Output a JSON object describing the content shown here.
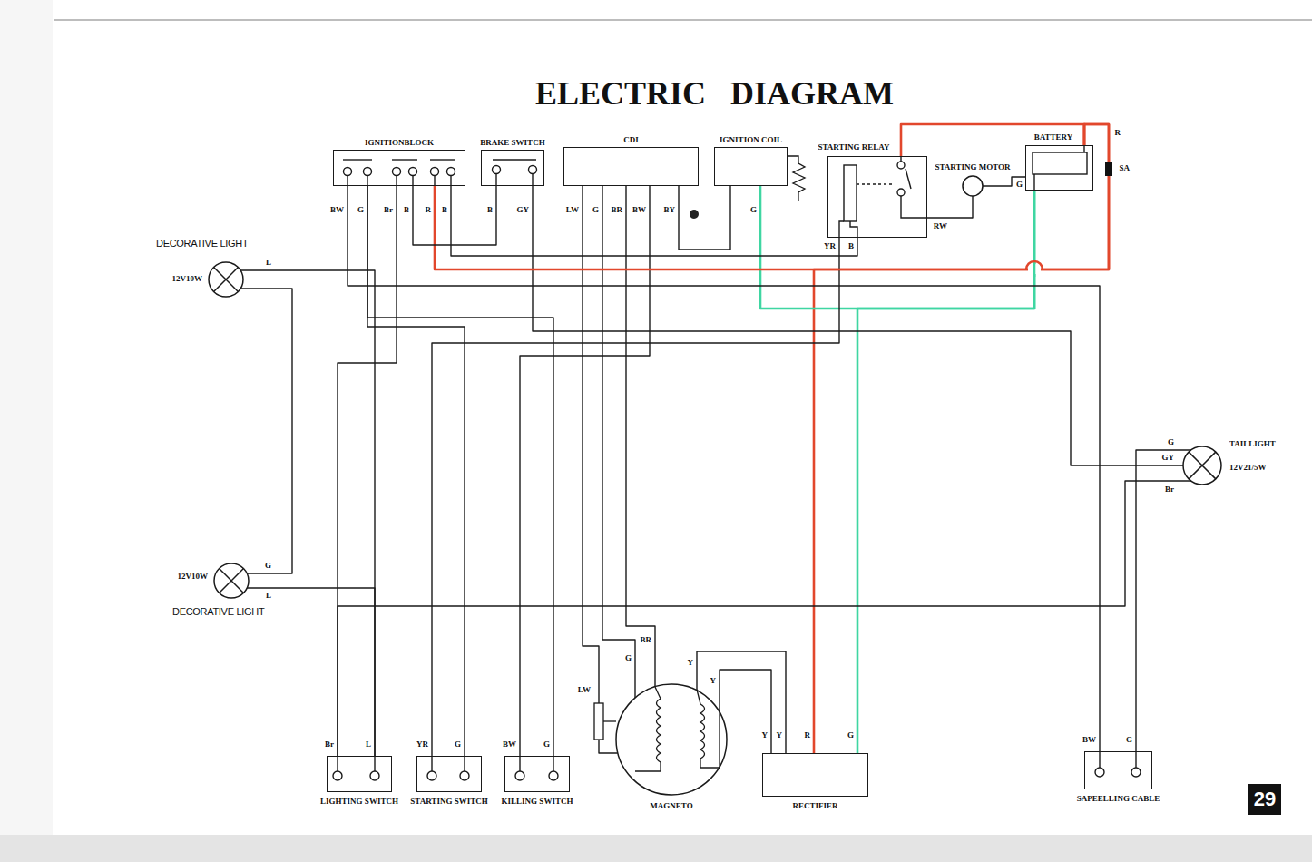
{
  "diagram": {
    "title": "ELECTRIC DIAGRAM",
    "nodes": [
      {
        "text": [
          "IGNITIONBLOCK"
        ]
      },
      {
        "text": [
          "BRAKE SWITCH"
        ]
      },
      {
        "text": [
          "CDI"
        ]
      },
      {
        "text": [
          "IGNITION COIL"
        ]
      },
      {
        "text": [
          "STARTING RELAY"
        ]
      },
      {
        "text": [
          "STARTING MOTOR"
        ]
      },
      {
        "text": [
          "BATTERY"
        ]
      },
      {
        "text": [
          "DECORATIVE LIGHT",
          "12V10W"
        ]
      },
      {
        "text": [
          "TAILLIGHT",
          "12V21/5W"
        ]
      },
      {
        "text": [
          "12V10W",
          "DECORATIVE LIGHT"
        ]
      },
      {
        "text": [
          "LIGHTING SWITCH"
        ]
      },
      {
        "text": [
          "STARTING SWITCH"
        ]
      },
      {
        "text": [
          "KILLING SWITCH"
        ]
      },
      {
        "text": [
          "MAGNETO"
        ]
      },
      {
        "text": [
          "RECTIFIER"
        ]
      },
      {
        "text": [
          "SAPEELLING CABLE"
        ]
      }
    ],
    "edges": [
      {
        "from": 14,
        "to": 6,
        "arrow": "none"
      },
      {
        "from": 4,
        "to": 6,
        "arrow": "none"
      },
      {
        "from": 14,
        "to": 6,
        "arrow": "none"
      },
      {
        "from": 3,
        "to": 6,
        "arrow": "none"
      },
      {
        "from": 4,
        "to": 5,
        "arrow": "none"
      },
      {
        "from": 5,
        "to": 6,
        "arrow": "none"
      },
      {
        "from": 13,
        "to": 2,
        "arrow": "none"
      },
      {
        "from": 13,
        "to": 2,
        "arrow": "none"
      },
      {
        "from": 2,
        "to": 13,
        "arrow": "none"
      },
      {
        "from": 13,
        "to": 14,
        "arrow": "none"
      },
      {
        "from": 13,
        "to": 14,
        "arrow": "none"
      },
      {
        "from": 12,
        "to": 2,
        "arrow": "none"
      },
      {
        "from": 12,
        "to": 0,
        "arrow": "none"
      },
      {
        "from": 11,
        "to": 4,
        "arrow": "none"
      },
      {
        "from": 11,
        "to": 0,
        "arrow": "none"
      },
      {
        "from": 10,
        "to": 8,
        "arrow": "none"
      },
      {
        "from": 1,
        "to": 8,
        "arrow": "none"
      },
      {
        "from": 15,
        "to": 8,
        "arrow": "none"
      },
      {
        "from": 15,
        "to": 0,
        "arrow": "none"
      },
      {
        "from": 7,
        "to": 9,
        "arrow": "none"
      },
      {
        "from": 7,
        "to": 10,
        "arrow": "none"
      },
      {
        "from": 9,
        "to": 10,
        "arrow": "none"
      },
      {
        "from": 0,
        "to": 6,
        "arrow": "none"
      },
      {
        "from": 0,
        "to": 4,
        "arrow": "none"
      },
      {
        "from": 1,
        "to": 0,
        "arrow": "none"
      },
      {
        "from": 0,
        "to": 10,
        "arrow": "none"
      },
      {
        "from": 2,
        "to": 3,
        "arrow": "none"
      }
    ],
    "labels": [
      "BW",
      "G",
      "Br",
      "B",
      "R",
      "B",
      "B",
      "GY",
      "LW",
      "G",
      "BR",
      "BW",
      "BY",
      "G",
      "R",
      "SA",
      "G",
      "RW",
      "YR",
      "B",
      "L",
      "G",
      "GY",
      "Br",
      "G",
      "L",
      "BR",
      "G",
      "Y",
      "Y",
      "LW",
      "Br",
      "L",
      "YR",
      "G",
      "BW",
      "G",
      "Y",
      "Y",
      "R",
      "G",
      "BW",
      "G",
      "29"
    ]
  }
}
